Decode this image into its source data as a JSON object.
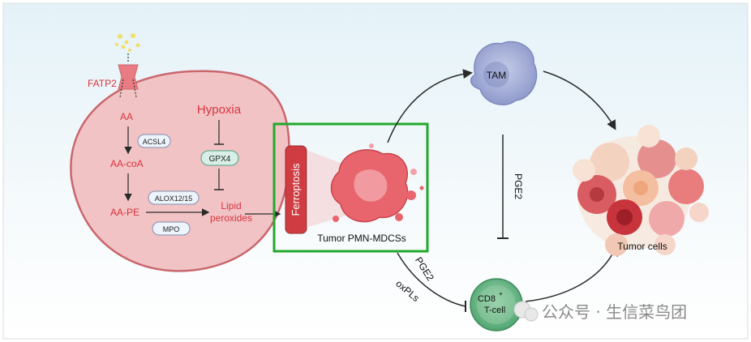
{
  "cell": {
    "transporter": "FATP2",
    "pathway": [
      "AA",
      "AA-coA",
      "AA-PE"
    ],
    "enzymes": [
      "ACSL4",
      "ALOX12/15",
      "MPO"
    ],
    "hypoxia": "Hypoxia",
    "gpx4": "GPX4",
    "lipid_peroxides": [
      "Lipid",
      "peroxides"
    ]
  },
  "ferroptosis_label": "Ferroptosis",
  "mdsc_label": "Tumor PMN-MDCSs",
  "tam_label": "TAM",
  "cd8_label": [
    "CD8",
    "T-cell"
  ],
  "cd8_superscript": "+",
  "tumor_label": "Tumor cells",
  "signals": {
    "pge2_vertical": "PGE2",
    "pge2_diagonal": "PGE2",
    "oxpls": "oxPLs"
  },
  "watermark": "公众号 · 生信菜鸟团",
  "colors": {
    "pathway_red": "#d8343d",
    "cell_fill": "#f2c3c5",
    "cell_stroke": "#c9676d",
    "highlight_green": "#22a82c",
    "ferroptosis_box": "#cf3d42",
    "tam": "#a9b3d8",
    "tcell": "#6fb98a"
  }
}
